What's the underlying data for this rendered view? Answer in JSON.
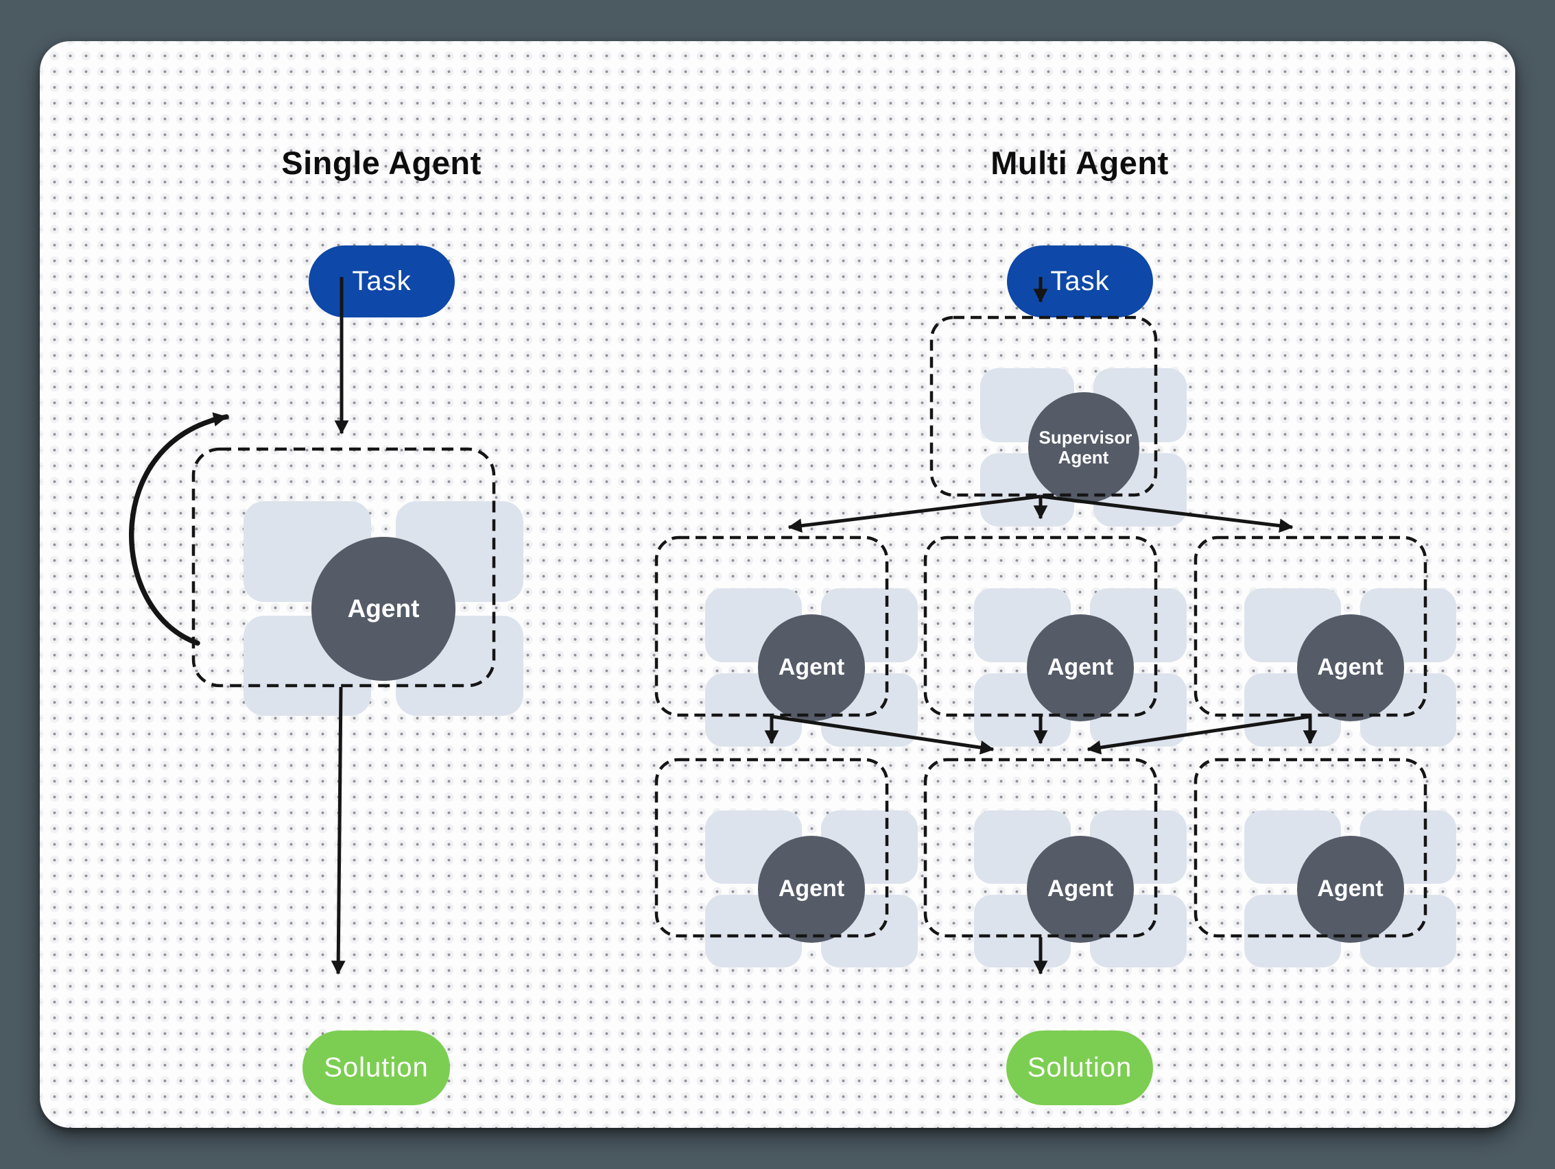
{
  "single": {
    "title": "Single Agent",
    "task_label": "Task",
    "agent_label": "Agent",
    "solution_label": "Solution"
  },
  "multi": {
    "title": "Multi Agent",
    "task_label": "Task",
    "supervisor_label": "Supervisor Agent",
    "row1": [
      {
        "label": "Agent"
      },
      {
        "label": "Agent"
      },
      {
        "label": "Agent"
      }
    ],
    "row2": [
      {
        "label": "Agent"
      },
      {
        "label": "Agent"
      },
      {
        "label": "Agent"
      }
    ],
    "solution_label": "Solution"
  },
  "colors": {
    "outer_background": "#4C5A62",
    "card_background": "#FDFDFD",
    "task_pill": "#0E48A8",
    "solution_pill": "#7CCE52",
    "agent_circle": "#555C68",
    "quadrant_tile": "#DDE3ED",
    "arrow": "#151515"
  }
}
